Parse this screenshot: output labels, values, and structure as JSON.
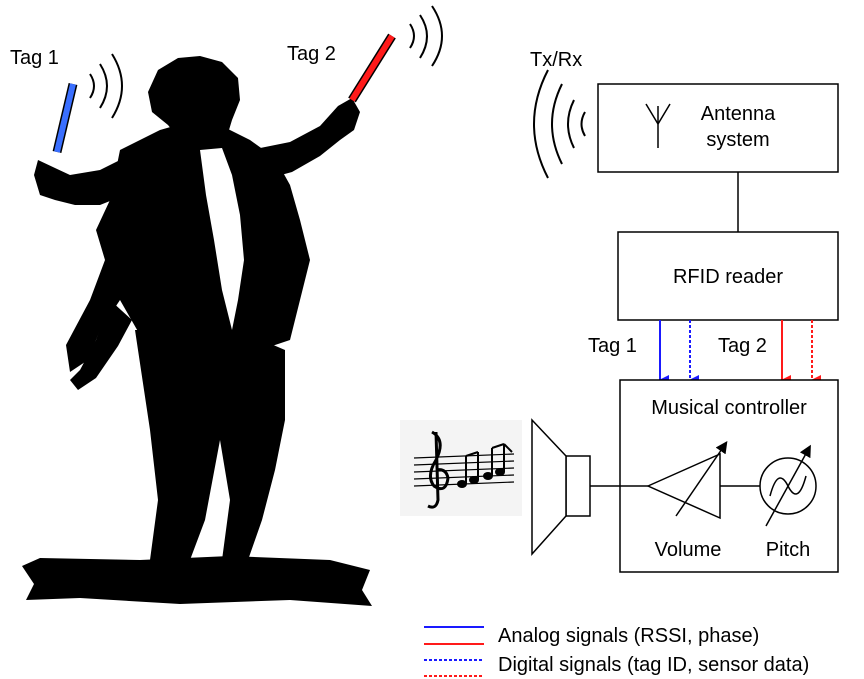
{
  "labels": {
    "tag1_wand": "Tag 1",
    "tag2_wand": "Tag 2",
    "txrx": "Tx/Rx",
    "antenna_line1": "Antenna",
    "antenna_line2": "system",
    "rfid_reader": "RFID reader",
    "tag1_signals": "Tag 1",
    "tag2_signals": "Tag 2",
    "musical_controller": "Musical controller",
    "volume": "Volume",
    "pitch": "Pitch"
  },
  "legend": {
    "analog": "Analog signals (RSSI, phase)",
    "digital": "Digital signals (tag ID, sensor data)"
  },
  "colors": {
    "tag1": "#1a1aff",
    "tag2": "#ff1a1a",
    "silhouette": "#000000"
  }
}
